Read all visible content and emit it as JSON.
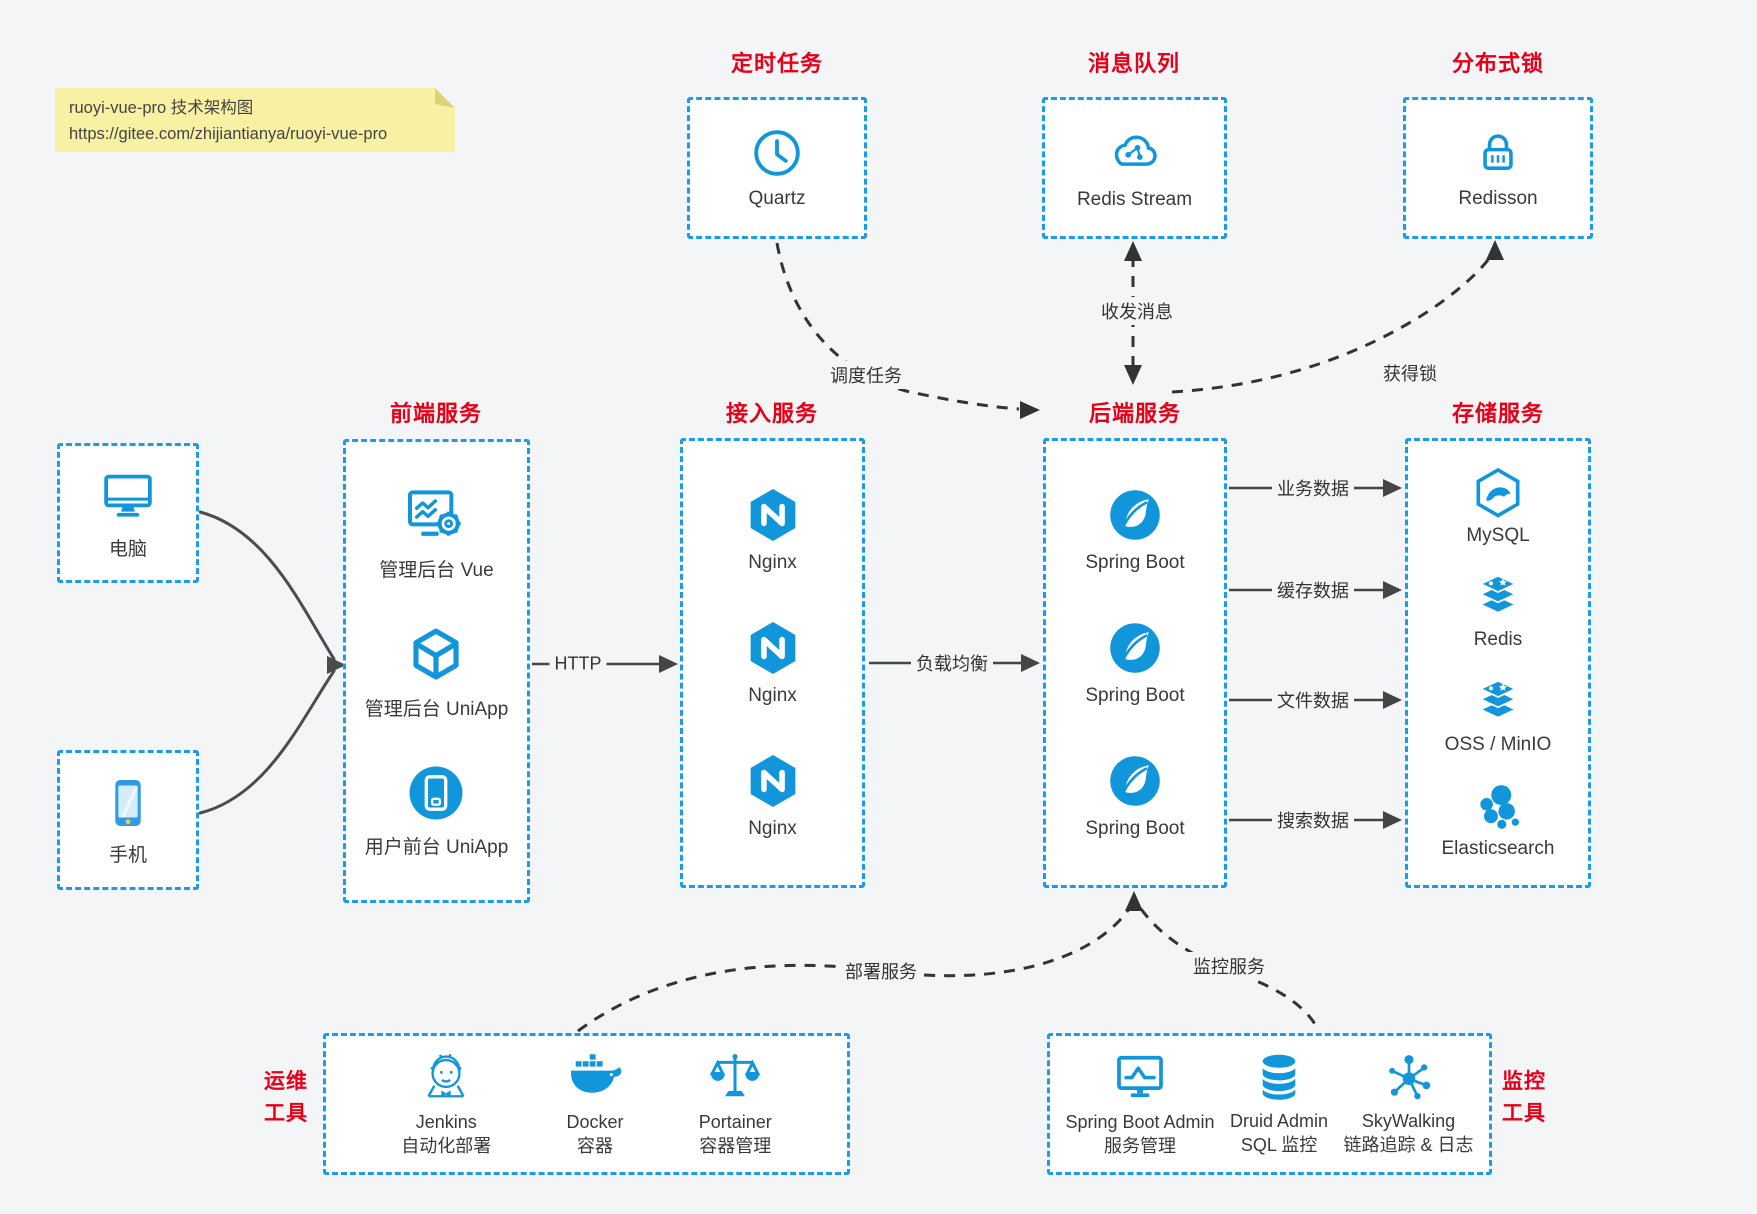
{
  "note": {
    "title": "ruoyi-vue-pro 技术架构图",
    "url": "https://gitee.com/zhijiantianya/ruoyi-vue-pro"
  },
  "colors": {
    "accent_blue": "#1296db",
    "border_blue": "#1b9ce8",
    "title_red": "#e60018",
    "arrow_dark": "#454545",
    "note_yellow": "#f8f1a3",
    "page_background": "#f4f5f6"
  },
  "top_services": [
    {
      "title": "定时任务",
      "icon": "clock-icon",
      "label": "Quartz"
    },
    {
      "title": "消息队列",
      "icon": "cloud-stream-icon",
      "label": "Redis Stream"
    },
    {
      "title": "分布式锁",
      "icon": "lock-icon",
      "label": "Redisson"
    }
  ],
  "clients": [
    {
      "icon": "desktop-icon",
      "label": "电脑"
    },
    {
      "icon": "mobile-icon",
      "label": "手机"
    }
  ],
  "service_columns": [
    {
      "title": "前端服务",
      "items": [
        {
          "icon": "admin-vue-icon",
          "label": "管理后台 Vue"
        },
        {
          "icon": "uniapp-cube-icon",
          "label": "管理后台 UniApp"
        },
        {
          "icon": "phone-app-icon",
          "label": "用户前台 UniApp"
        }
      ]
    },
    {
      "title": "接入服务",
      "items": [
        {
          "icon": "nginx-icon",
          "label": "Nginx"
        },
        {
          "icon": "nginx-icon",
          "label": "Nginx"
        },
        {
          "icon": "nginx-icon",
          "label": "Nginx"
        }
      ]
    },
    {
      "title": "后端服务",
      "items": [
        {
          "icon": "spring-icon",
          "label": "Spring Boot"
        },
        {
          "icon": "spring-icon",
          "label": "Spring Boot"
        },
        {
          "icon": "spring-icon",
          "label": "Spring Boot"
        }
      ]
    },
    {
      "title": "存储服务",
      "items": [
        {
          "icon": "mysql-icon",
          "label": "MySQL"
        },
        {
          "icon": "redis-icon",
          "label": "Redis"
        },
        {
          "icon": "storage-stack-icon",
          "label": "OSS / MinIO"
        },
        {
          "icon": "elasticsearch-icon",
          "label": "Elasticsearch"
        }
      ]
    }
  ],
  "tool_boxes": [
    {
      "title_line1": "运维",
      "title_line2": "工具",
      "items": [
        {
          "icon": "jenkins-icon",
          "label": "Jenkins",
          "sublabel": "自动化部署"
        },
        {
          "icon": "docker-icon",
          "label": "Docker",
          "sublabel": "容器"
        },
        {
          "icon": "portainer-icon",
          "label": "Portainer",
          "sublabel": "容器管理"
        }
      ]
    },
    {
      "title_line1": "监控",
      "title_line2": "工具",
      "items": [
        {
          "icon": "spring-boot-admin-icon",
          "label": "Spring Boot Admin",
          "sublabel": "服务管理"
        },
        {
          "icon": "druid-icon",
          "label": "Druid Admin",
          "sublabel": "SQL 监控"
        },
        {
          "icon": "skywalking-icon",
          "label": "SkyWalking",
          "sublabel": "链路追踪 & 日志"
        }
      ]
    }
  ],
  "edge_labels": {
    "schedule": "调度任务",
    "messages": "收发消息",
    "lock": "获得锁",
    "http": "HTTP",
    "load_balance": "负载均衡",
    "business_data": "业务数据",
    "cache_data": "缓存数据",
    "file_data": "文件数据",
    "search_data": "搜索数据",
    "deploy": "部署服务",
    "monitor": "监控服务"
  }
}
